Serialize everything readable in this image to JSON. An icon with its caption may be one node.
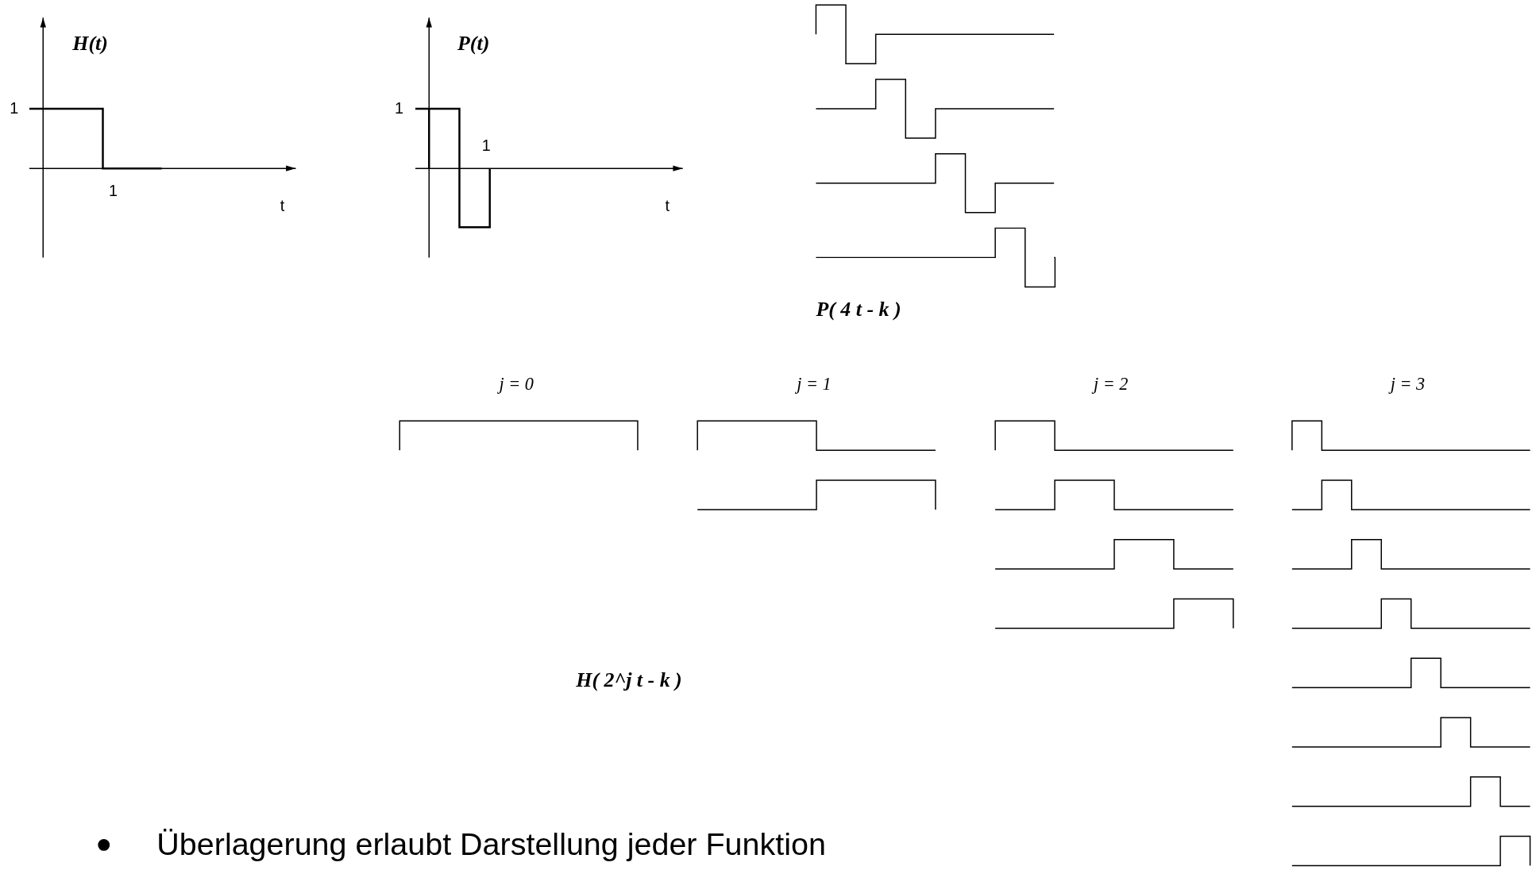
{
  "diagram": {
    "labels": [
      "H(t)",
      "1",
      "1",
      "t",
      "P(t)",
      "1",
      "1",
      "t",
      "P( 4 t - k )",
      "j = 0",
      "j = 1",
      "j = 2",
      "j = 3",
      "H( 2^j t - k )",
      "Überlagerung erlaubt Darstellung jeder Funktion"
    ]
  }
}
